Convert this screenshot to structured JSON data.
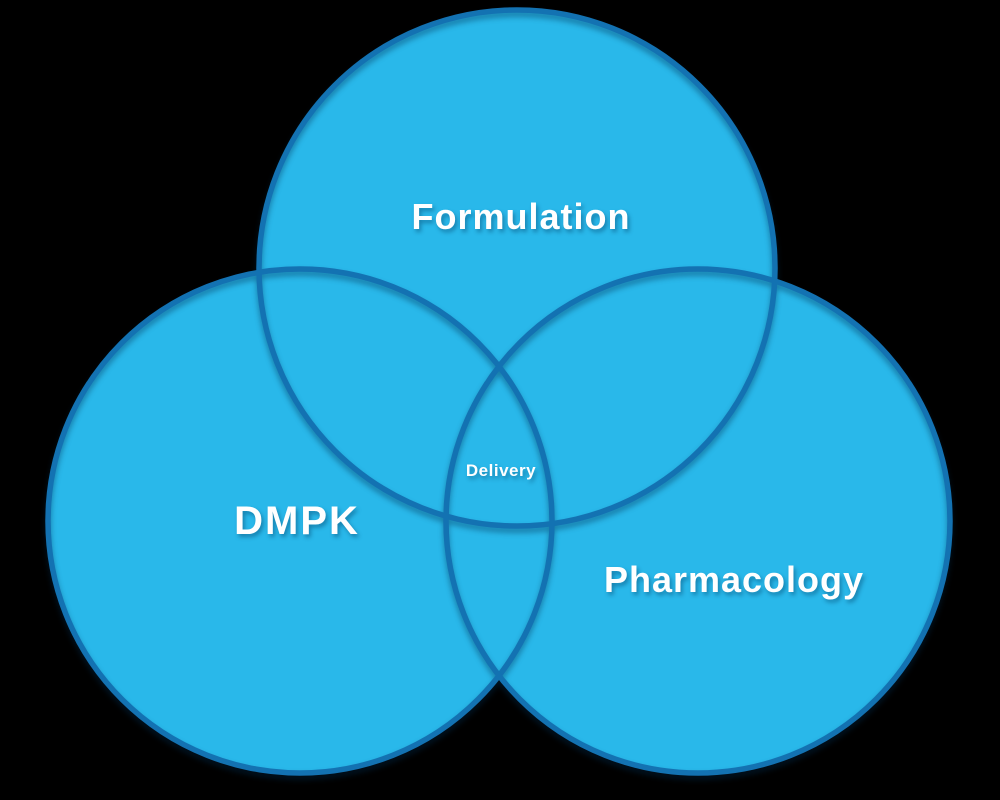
{
  "diagram": {
    "type": "venn",
    "background_color": "#000000",
    "style": {
      "circle_fill": "#29B8EA",
      "circle_stroke": "#1372B2",
      "label_color": "#FFFFFF"
    },
    "sets": [
      {
        "id": "formulation",
        "label": "Formulation"
      },
      {
        "id": "dmpk",
        "label": "DMPK"
      },
      {
        "id": "pharmacology",
        "label": "Pharmacology"
      }
    ],
    "center_overlap_label": "Delivery"
  }
}
